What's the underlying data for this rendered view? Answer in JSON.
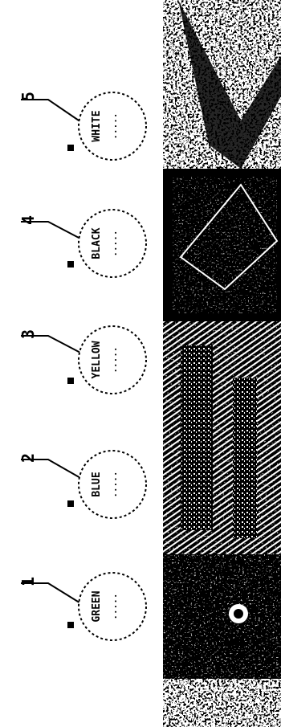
{
  "screen": {
    "background_color": "#ffffff",
    "ink_color": "#000000",
    "callouts": [
      {
        "number": "1",
        "line1": "GREEN",
        "line2": "·····"
      },
      {
        "number": "2",
        "line1": "BLUE",
        "line2": "·····"
      },
      {
        "number": "3",
        "line1": "YELLOW",
        "line2": "·····"
      },
      {
        "number": "4",
        "line1": "BLACK",
        "line2": "·····"
      },
      {
        "number": "5",
        "line1": "WHITE",
        "line2": "·····"
      }
    ]
  }
}
